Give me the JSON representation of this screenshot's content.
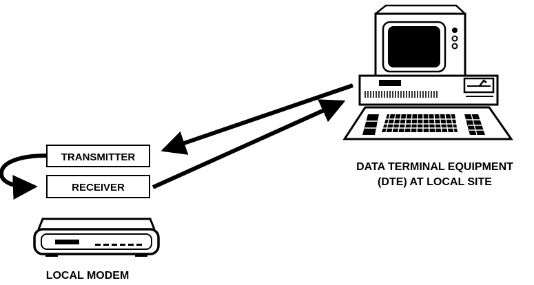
{
  "transmitter_label": "TRANSMITTER",
  "receiver_label": "RECEIVER",
  "modem_label": "LOCAL MODEM",
  "dte_label_line1": "DATA TERMINAL EQUIPMENT",
  "dte_label_line2": "(DTE) AT LOCAL SITE",
  "colors": {
    "ink": "#000000",
    "paper": "#ffffff"
  }
}
